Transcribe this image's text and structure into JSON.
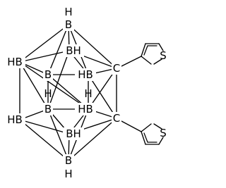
{
  "molecule": {
    "cage_atoms": [
      {
        "id": "top",
        "label": "H\nB"
      },
      {
        "id": "ul",
        "label": "HB"
      },
      {
        "id": "ur",
        "label": "BH"
      },
      {
        "id": "ml1",
        "label": "B"
      },
      {
        "id": "mr1",
        "label": "HB"
      },
      {
        "id": "c1",
        "label": "C"
      },
      {
        "id": "ml2",
        "label": "B"
      },
      {
        "id": "mr2",
        "label": "HB"
      },
      {
        "id": "ll",
        "label": "HB"
      },
      {
        "id": "lr",
        "label": "BH"
      },
      {
        "id": "c2",
        "label": "C"
      },
      {
        "id": "bot",
        "label": "B\nH"
      }
    ],
    "substituents": [
      {
        "id": "thienyl-top",
        "heteroatom": "S"
      },
      {
        "id": "thienyl-bottom",
        "heteroatom": "S"
      }
    ]
  }
}
